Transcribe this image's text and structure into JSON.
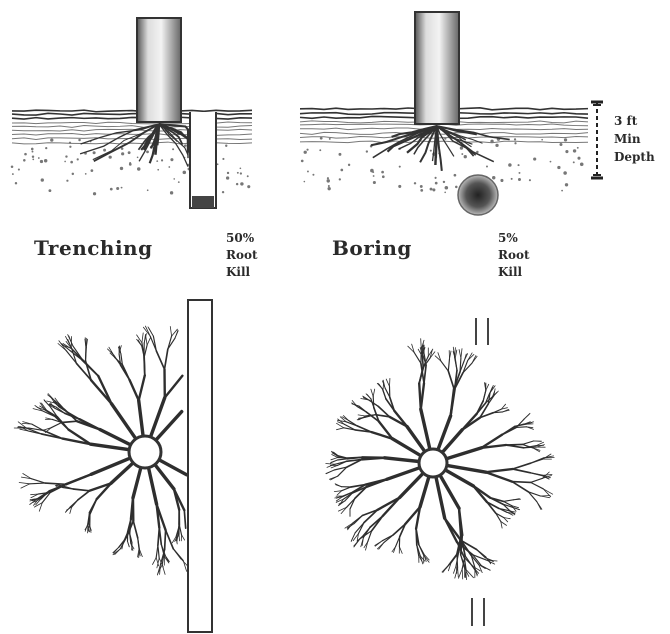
{
  "diagram": {
    "left_panel": {
      "label": "Trenching",
      "loss_note": [
        "50%",
        "Root",
        "Kill"
      ]
    },
    "right_panel": {
      "label": "Boring",
      "loss_note": [
        "5%",
        "Root",
        "Kill"
      ]
    },
    "depth_marker": {
      "lines": [
        "3 ft",
        "Min",
        "Depth"
      ]
    }
  },
  "colors": {
    "ink": "#2a2a2a",
    "stroke": "#3a3a3a",
    "light": "#8a8a8a"
  }
}
